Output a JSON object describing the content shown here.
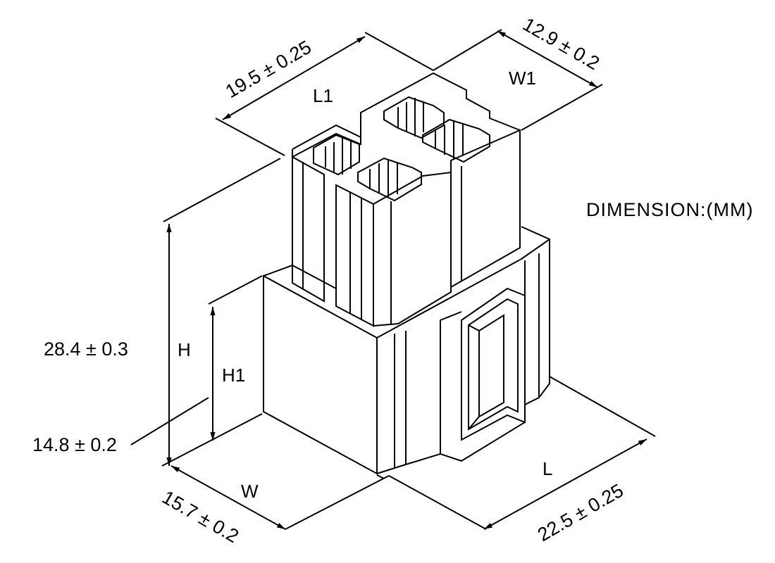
{
  "note": "DIMENSION:(MM)",
  "dimensions": {
    "L1": {
      "label": "L1",
      "value": "19.5 ± 0.25"
    },
    "W1": {
      "label": "W1",
      "value": "12.9 ± 0.2"
    },
    "H": {
      "label": "H",
      "value": "28.4 ± 0.3"
    },
    "H1": {
      "label": "H1",
      "value": "14.8 ± 0.2"
    },
    "W": {
      "label": "W",
      "value": "15.7 ± 0.2"
    },
    "L": {
      "label": "L",
      "value": "22.5 ± 0.25"
    }
  }
}
